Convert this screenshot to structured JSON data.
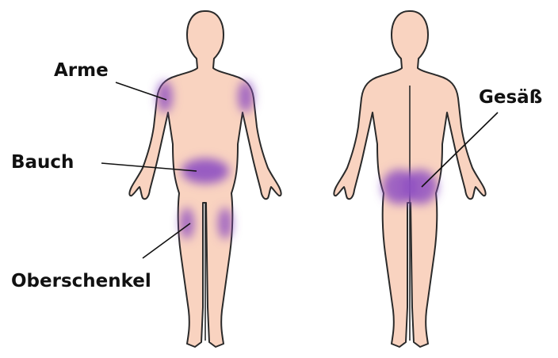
{
  "labels": {
    "arms": "Arme",
    "belly": "Bauch",
    "thighs": "Oberschenkel",
    "buttocks": "Gesäß"
  },
  "colors": {
    "skin": "#f9d3c0",
    "outline": "#2a2a2a",
    "injection_zone": "#8e4fc2",
    "text": "#111111"
  }
}
